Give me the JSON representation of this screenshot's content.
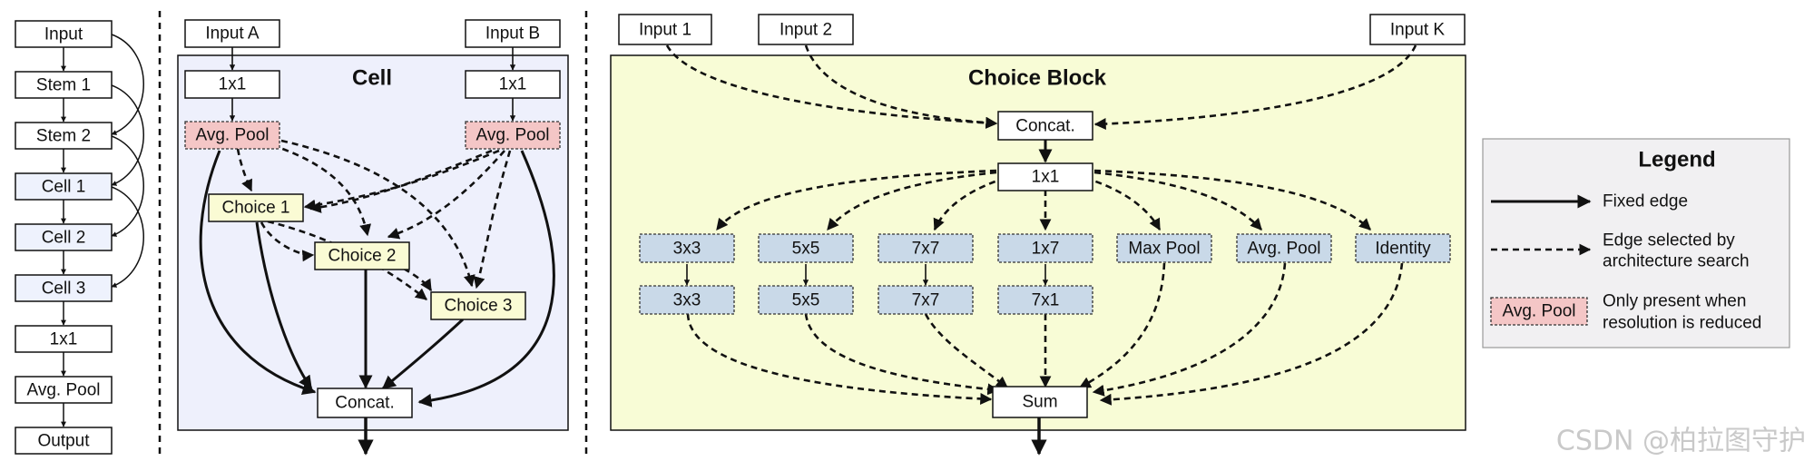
{
  "network": {
    "input": "Input",
    "stem1": "Stem 1",
    "stem2": "Stem 2",
    "cell1": "Cell 1",
    "cell2": "Cell 2",
    "cell3": "Cell 3",
    "conv1x1": "1x1",
    "avgpool": "Avg. Pool",
    "output": "Output"
  },
  "cell": {
    "title": "Cell",
    "input_a": "Input A",
    "input_b": "Input B",
    "conv_a": "1x1",
    "conv_b": "1x1",
    "pool_a": "Avg. Pool",
    "pool_b": "Avg. Pool",
    "choice1": "Choice 1",
    "choice2": "Choice 2",
    "choice3": "Choice 3",
    "concat": "Concat."
  },
  "choice_block": {
    "title": "Choice Block",
    "input1": "Input 1",
    "input2": "Input 2",
    "inputk": "Input K",
    "concat": "Concat.",
    "conv1x1": "1x1",
    "ops_top": [
      "3x3",
      "5x5",
      "7x7",
      "1x7",
      "Max Pool",
      "Avg. Pool",
      "Identity"
    ],
    "ops_bottom": [
      "3x3",
      "5x5",
      "7x7",
      "7x1"
    ],
    "sum": "Sum"
  },
  "legend": {
    "title": "Legend",
    "fixed_edge": "Fixed edge",
    "searched_edge_line1": "Edge selected by",
    "searched_edge_line2": "architecture search",
    "pool_sample": "Avg. Pool",
    "reduced_line1": "Only present when",
    "reduced_line2": "resolution is reduced"
  },
  "watermark": "CSDN @柏拉图守护",
  "colors": {
    "cell_bg": "#eef0fc",
    "choice_block_bg": "#f8fcd6",
    "pool_fill": "#f4c6c6",
    "choice_fill": "#fafbd4",
    "op_fill": "#c9d9e8",
    "legend_bg": "#f1f0f2",
    "net_cell_fill": "#eef2fd",
    "stroke": "#111111"
  }
}
